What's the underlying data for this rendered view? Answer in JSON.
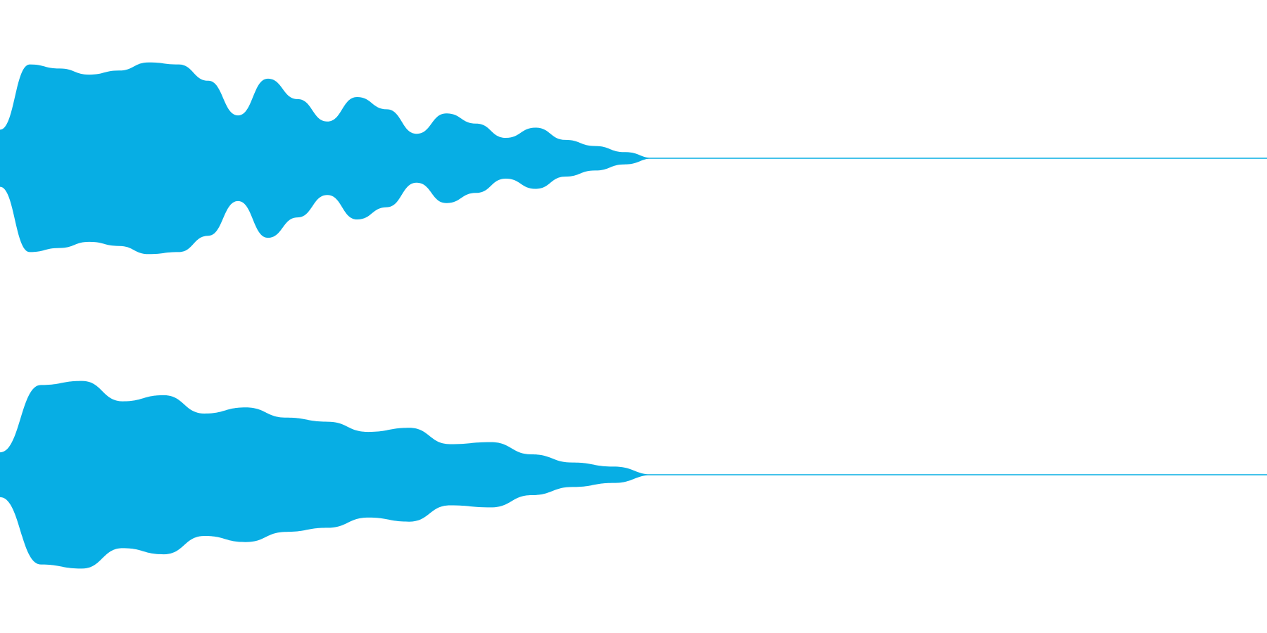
{
  "waveform": {
    "color": "#07aee4",
    "background": "#ffffff",
    "channels": [
      {
        "id": "channel-1",
        "envelope": [
          0.28,
          0.92,
          0.88,
          0.82,
          0.86,
          0.94,
          0.92,
          0.76,
          0.42,
          0.78,
          0.58,
          0.36,
          0.6,
          0.48,
          0.24,
          0.44,
          0.34,
          0.2,
          0.3,
          0.18,
          0.12,
          0.06,
          0.0
        ]
      },
      {
        "id": "channel-2",
        "envelope": [
          0.22,
          0.88,
          0.92,
          0.72,
          0.78,
          0.6,
          0.66,
          0.56,
          0.52,
          0.42,
          0.46,
          0.3,
          0.32,
          0.2,
          0.12,
          0.08,
          0.0
        ]
      }
    ]
  }
}
